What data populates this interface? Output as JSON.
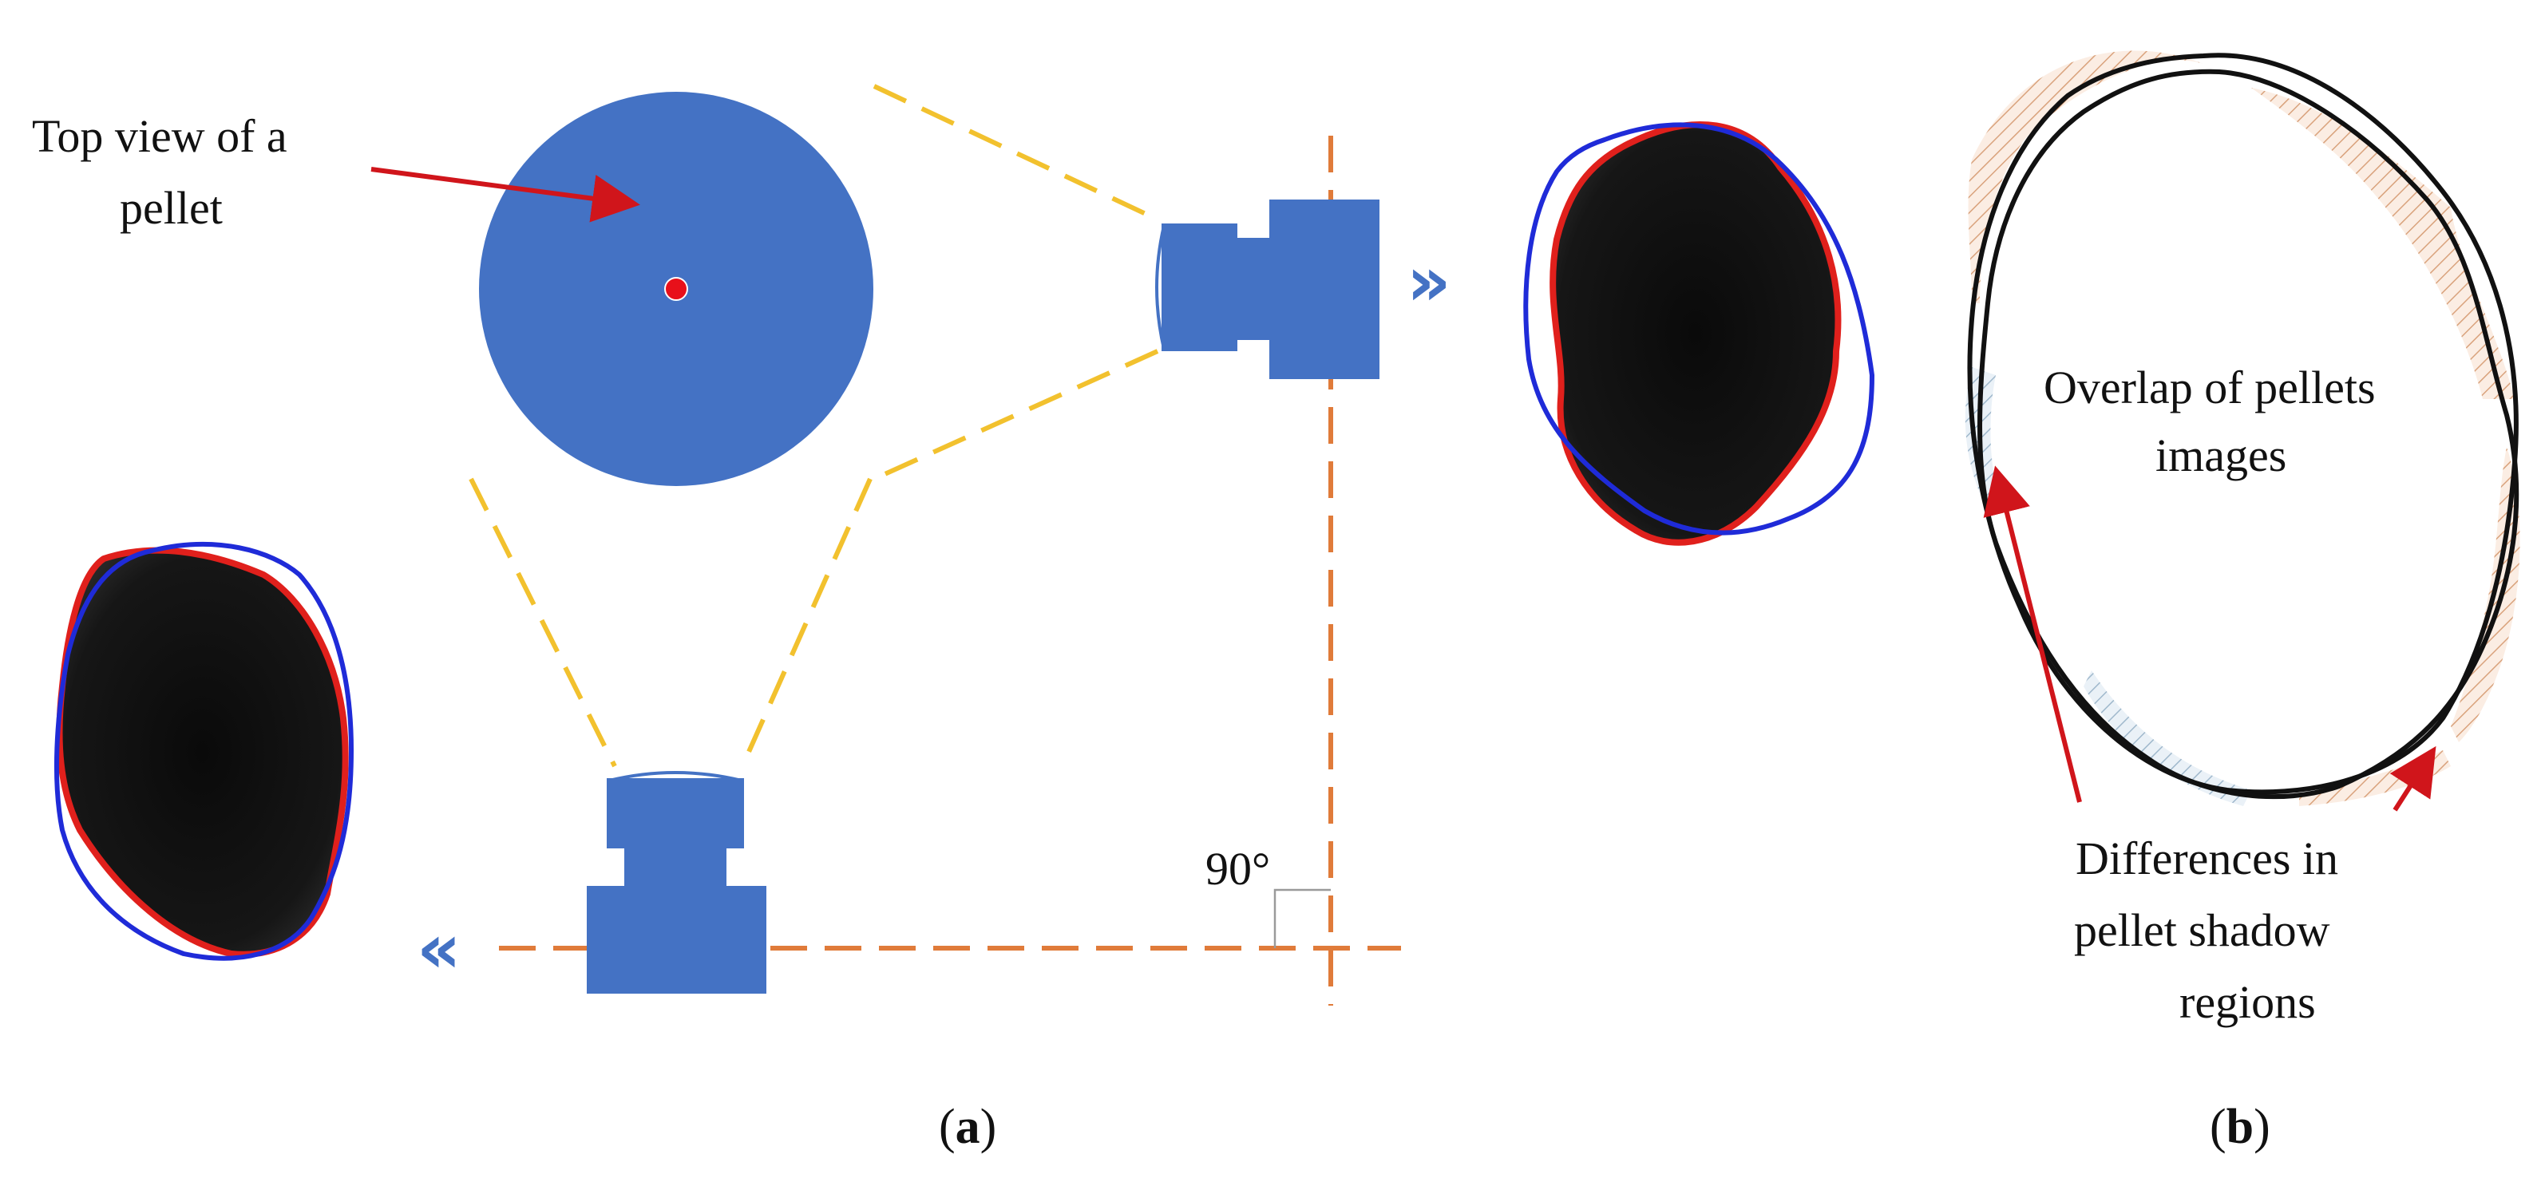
{
  "panel_a": {
    "pellet_label_line1": "Top view of a",
    "pellet_label_line2": "pellet",
    "angle_label": "90°",
    "caption_open": "(",
    "caption_letter": "a",
    "caption_close": ")",
    "arrow_right": "»",
    "arrow_left": "«"
  },
  "panel_b": {
    "overlap_label_line1": "Overlap of pellets",
    "overlap_label_line2": "images",
    "diff_label_line1": "Differences in",
    "diff_label_line2": "pellet shadow",
    "diff_label_line3": "regions",
    "caption_open": "(",
    "caption_letter": "b",
    "caption_close": ")"
  },
  "colors": {
    "pellet_blue": "#4472C4",
    "center_dot_red": "#E8101A",
    "annotation_arrow": "#D0151B",
    "fov_line_yellow": "#F2C12E",
    "axis_line_orange": "#E07B3A",
    "contour_red": "#E0201C",
    "contour_blue": "#1F2BD8",
    "shadow_black": "#111111",
    "hatch_orange": "#D9A27C",
    "hatch_blue": "#9FB8CC"
  }
}
